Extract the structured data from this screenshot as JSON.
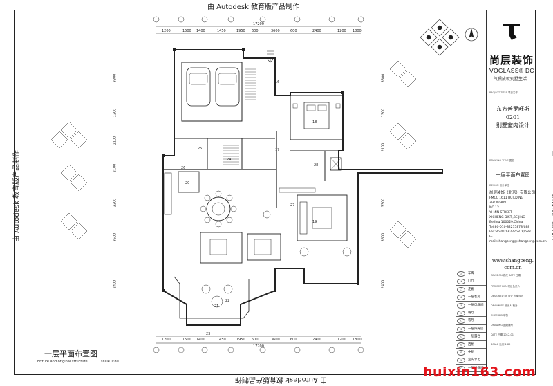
{
  "watermark": "由 Autodesk 教育版产品制作",
  "company": {
    "logo_cn": "尚层装饰",
    "logo_en": "VOGLASS® DC",
    "slogan": "气质成就别墅生活",
    "name": "尚层装饰（北京）有限公司",
    "address_lines": [
      "FMCC 1611 BUILDING ZHONGKIV",
      "NO.12",
      "YI MIN STREET",
      "XICHENG DIST.,BEIJING",
      "Beijing 100029,China",
      "Tel:86-010-82275878/688",
      "Fax:86-010-82275878/688",
      "E-mail:shangceng@shangceng.com.cn"
    ],
    "website_lines": [
      "www.shangceng.",
      "com.cn"
    ]
  },
  "title_block": {
    "project_label": "PROJECT TITLE 项目名称",
    "project_name_lines": [
      "东方普罗旺斯0201",
      "别墅室内设计"
    ],
    "drawing_label": "DRAWING TITLE 图名",
    "drawing_name": "一层平面布置图",
    "design_label": "DESIGN 设计单位",
    "info_rows": [
      "REVISION 修改  DATE 日期",
      "PROJECT DIR. 项目负责人",
      "DESIGNED BY 设计 方案设计",
      "DRAWN BY 设计人  校对",
      "CHECKED 审核",
      "DRAWING 图纸编号",
      "DATE 日期  2012-01",
      "SCALE 比例  1:80"
    ]
  },
  "plan": {
    "title": "一层平面布置图",
    "subtitle": "Fixture and original structure",
    "scale": "scale 1:80",
    "top_overall_dim": "17200",
    "top_dims": [
      "1200",
      "1500",
      "1400",
      "1450",
      "1950",
      "600",
      "3600",
      "600",
      "2400",
      "1200",
      "1800"
    ],
    "bottom_overall_dim": "17200",
    "bottom_dims": [
      "1200",
      "1500",
      "1400",
      "1450",
      "1950",
      "600",
      "3600",
      "600",
      "2400",
      "1200",
      "1800"
    ],
    "left_dims": [
      "3300",
      "1300",
      "2100",
      "2100",
      "3300",
      "3600",
      "2400"
    ],
    "right_dims": [
      "3300",
      "1300",
      "2100",
      "3300",
      "3600",
      "2400"
    ],
    "room_numbers": [
      "21",
      "20",
      "19",
      "18",
      "17",
      "16",
      "25",
      "22",
      "23",
      "24",
      "28",
      "26",
      "27"
    ]
  },
  "legend": [
    {
      "num": "15",
      "label": "车库"
    },
    {
      "num": "16",
      "label": "门厅"
    },
    {
      "num": "17",
      "label": "走廊"
    },
    {
      "num": "18",
      "label": "一层客房"
    },
    {
      "num": "19",
      "label": "一层电梯间"
    },
    {
      "num": "20",
      "label": "餐厅"
    },
    {
      "num": "21",
      "label": "客厅"
    },
    {
      "num": "22",
      "label": "一层阳光房"
    },
    {
      "num": "23",
      "label": "一层露台"
    },
    {
      "num": "24",
      "label": "西厨"
    },
    {
      "num": "25",
      "label": "中厨"
    },
    {
      "num": "26",
      "label": "室内水电"
    },
    {
      "num": "27",
      "label": "一层楼梯间"
    }
  ],
  "credit": {
    "text": "huixin163.com"
  },
  "colors": {
    "line": "#222222",
    "credit": "#e3141b",
    "background": "#ffffff"
  },
  "icons": [
    "compass-icon",
    "north-arrow-icon",
    "column-marker-icon",
    "logo-mark-icon"
  ]
}
